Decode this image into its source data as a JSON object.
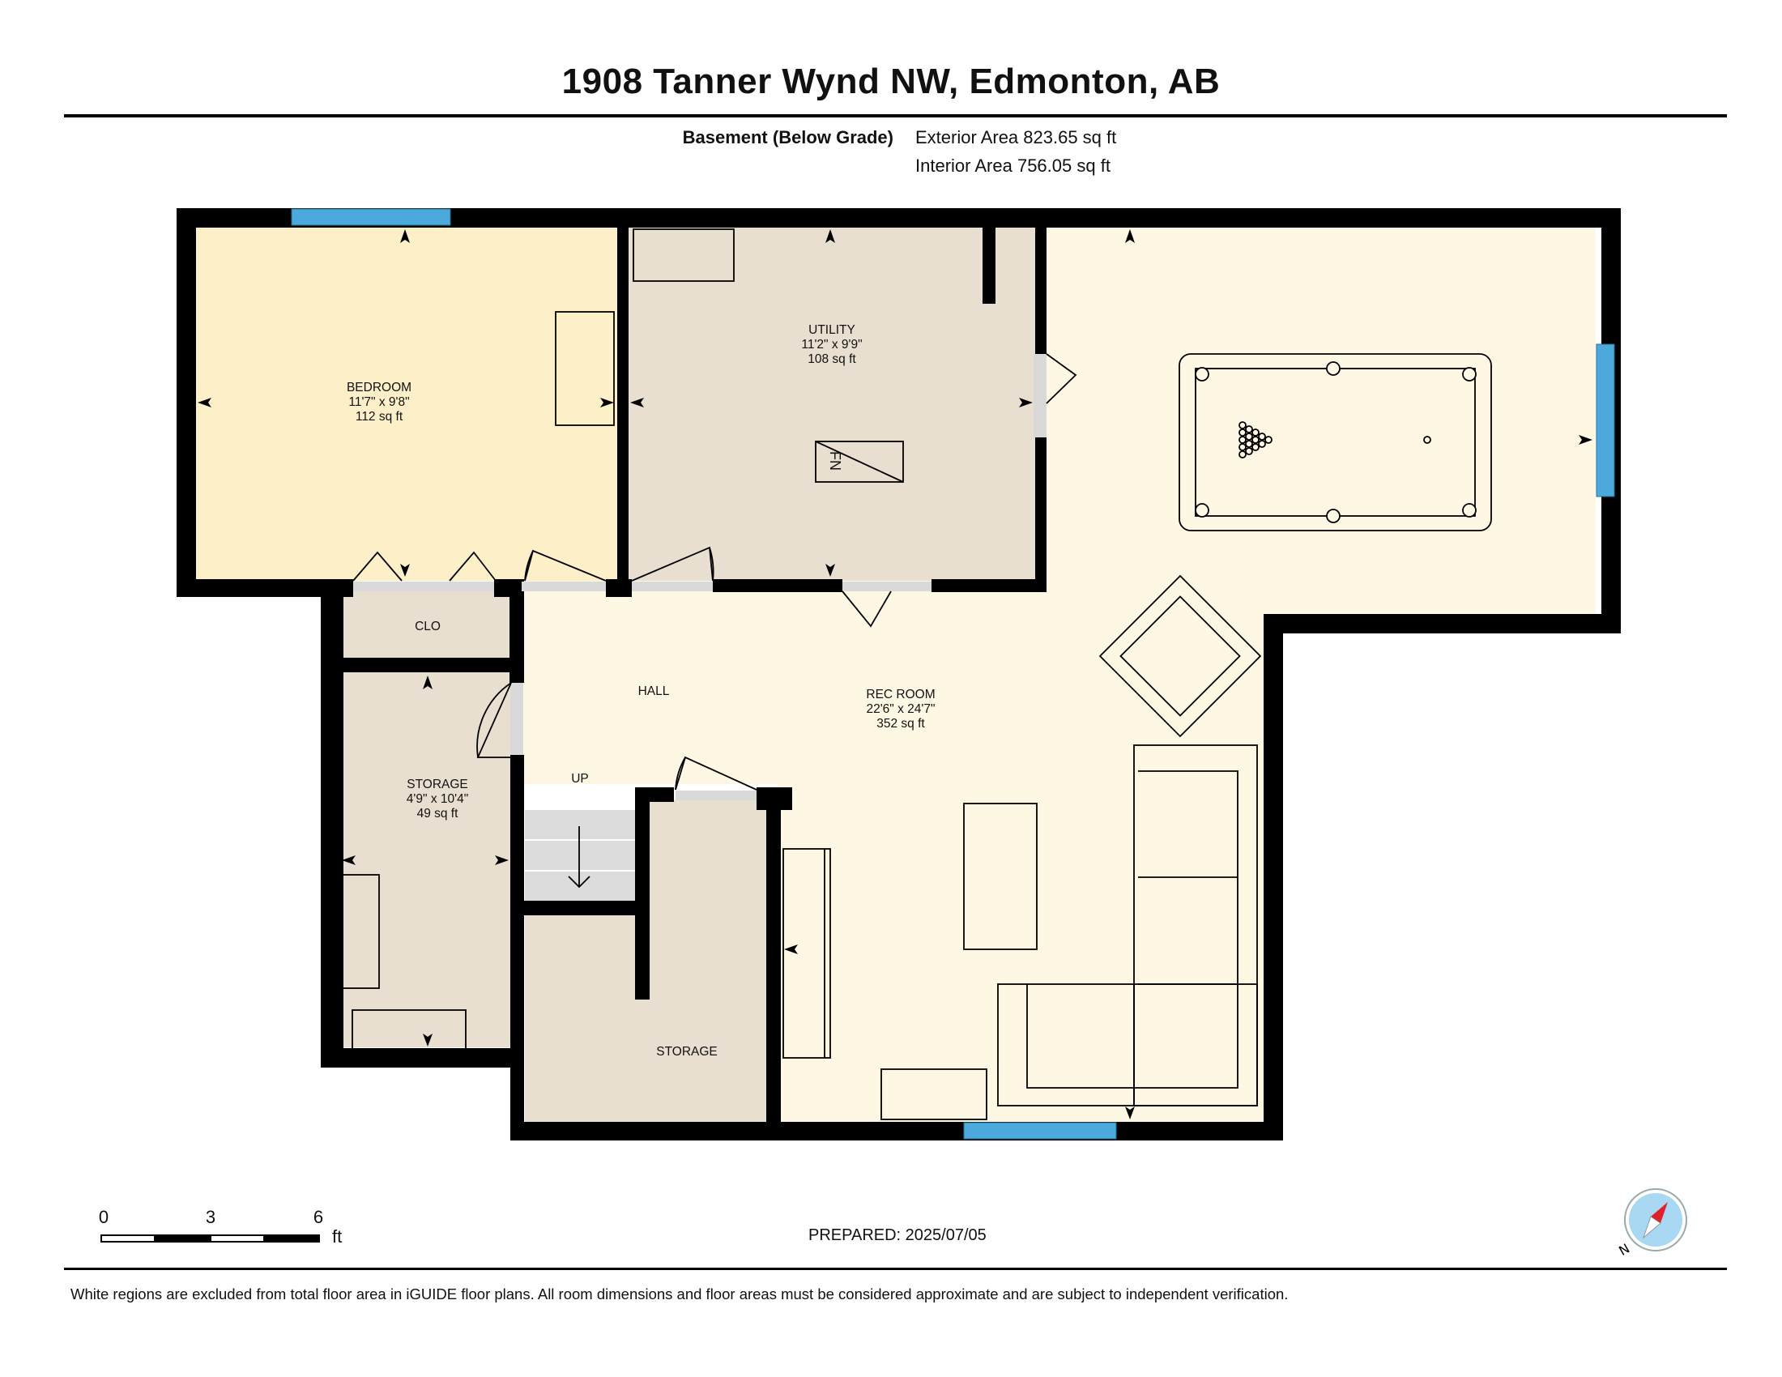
{
  "header": {
    "title": "1908 Tanner Wynd NW, Edmonton, AB",
    "level": "Basement (Below Grade)",
    "exterior_area": "Exterior Area 823.65 sq ft",
    "interior_area": "Interior Area 756.05 sq ft"
  },
  "rooms": {
    "bedroom": {
      "name": "BEDROOM",
      "dims": "11'7\" x 9'8\"",
      "area": "112 sq ft"
    },
    "utility": {
      "name": "UTILITY",
      "dims": "11'2\" x 9'9\"",
      "area": "108 sq ft"
    },
    "rec_room": {
      "name": "REC ROOM",
      "dims": "22'6\" x 24'7\"",
      "area": "352 sq ft"
    },
    "storage_left": {
      "name": "STORAGE",
      "dims": "4'9\" x 10'4\"",
      "area": "49 sq ft"
    },
    "storage_center": {
      "name": "STORAGE"
    },
    "closet": {
      "name": "CLO"
    },
    "hall": {
      "name": "HALL"
    },
    "stairs": {
      "name": "UP"
    },
    "furnace": {
      "name": "FN"
    }
  },
  "scale": {
    "ticks": [
      "0",
      "3",
      "6"
    ],
    "unit": "ft"
  },
  "prepared": "PREPARED: 2025/07/05",
  "compass_label": "N",
  "footer": "White regions are excluded from total floor area in iGUIDE floor plans. All room dimensions and floor areas must be considered approximate and are subject to independent verification.",
  "colors": {
    "bedroom_fill": "#fdf0c8",
    "utility_fill": "#e8dfd0",
    "rec_fill": "#fdf7e3",
    "storage_fill": "#e8dfd0",
    "stairs_fill": "#dcdcdc",
    "wall": "#000000",
    "window": "#4ba9dc",
    "compass_fill": "#a8d8f2",
    "compass_needle": "#e0202a"
  }
}
